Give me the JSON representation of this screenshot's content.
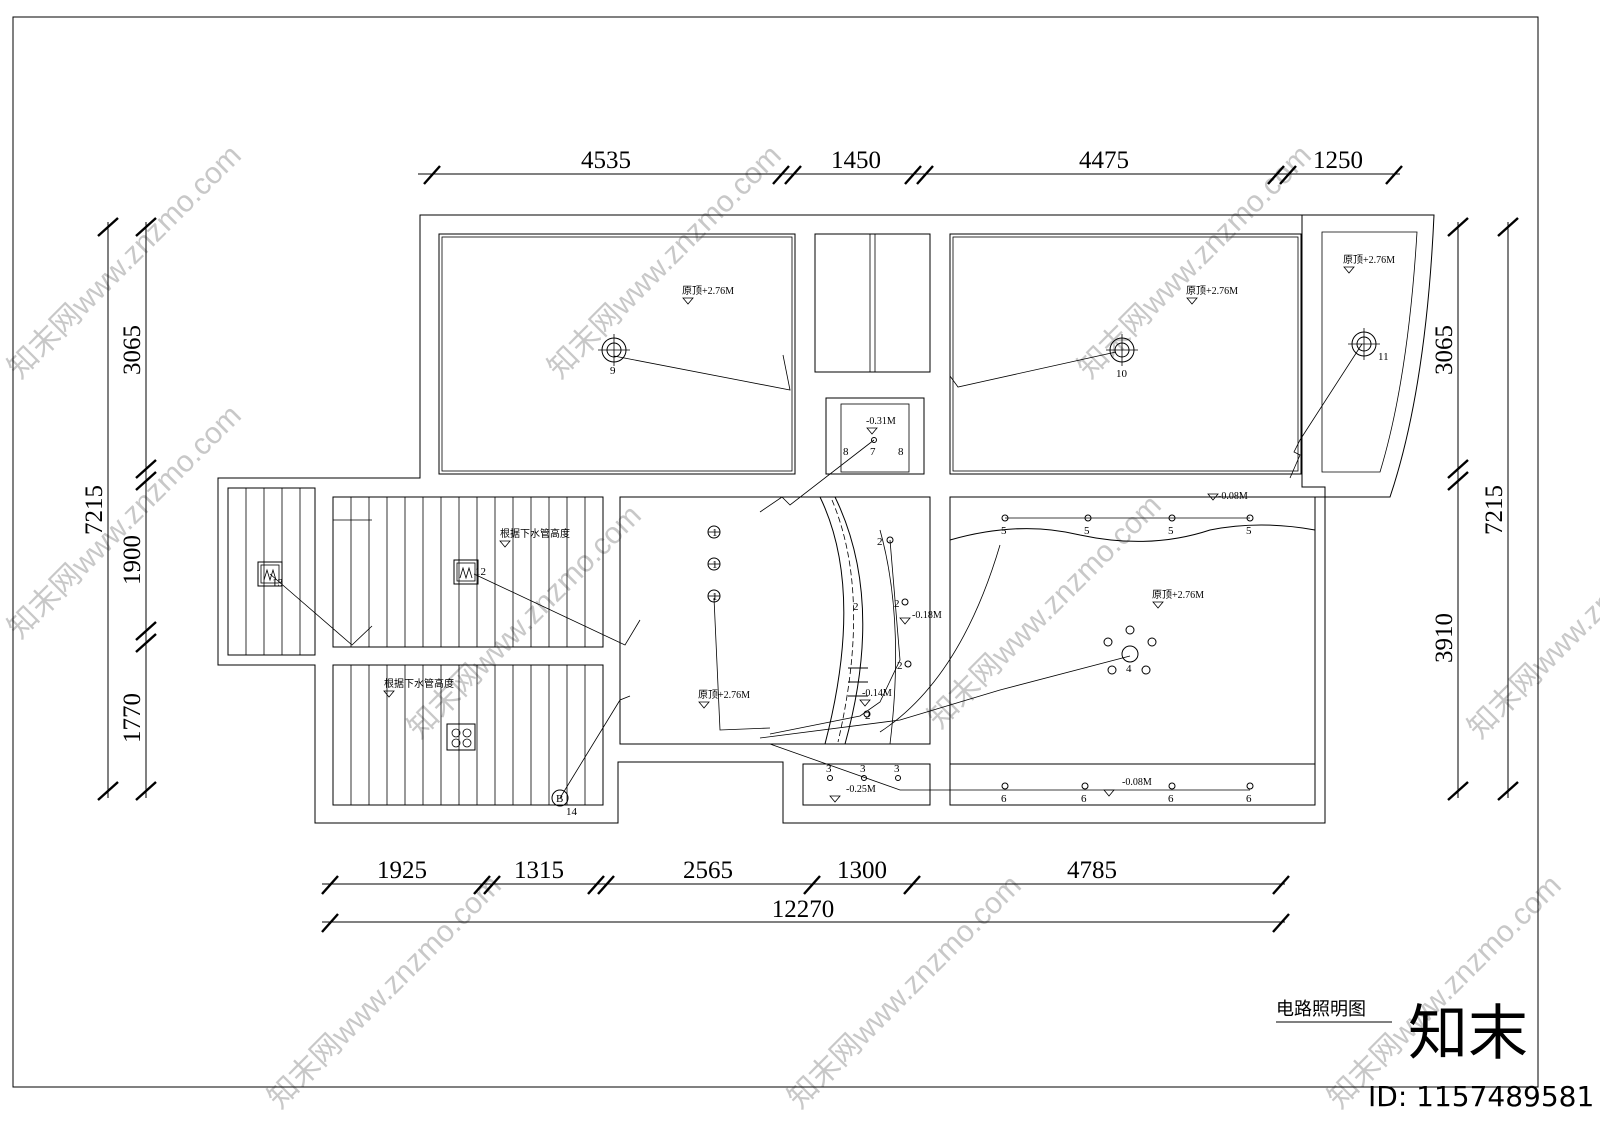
{
  "drawing": {
    "title": "电路照明图",
    "id_label": "ID: 1157489581",
    "logo_text": "知末",
    "watermark_text": "知末网www.znzmo.com"
  },
  "dimensions": {
    "top": [
      "4535",
      "1450",
      "4475",
      "1250"
    ],
    "bottom": [
      "1925",
      "1315",
      "2565",
      "1300",
      "4785"
    ],
    "bottom_total": "12270",
    "left": [
      "3065",
      "1900",
      "1770"
    ],
    "left_total": "7215",
    "right": [
      "3065",
      "3910"
    ],
    "right_total": "7215"
  },
  "labels": {
    "ceiling": "原顶+2.76M",
    "drain_note": "根据下水管高度",
    "level_031": "-0.31M",
    "level_008": "-0.08M",
    "level_018": "-0.18M",
    "level_014": "-0.14M",
    "level_025": "-0.25M"
  },
  "fixtures": {
    "n1": "1",
    "n2": "2",
    "n3": "3",
    "n4": "4",
    "n5": "5",
    "n6": "6",
    "n7": "7",
    "n8": "8",
    "n9": "9",
    "n10": "10",
    "n11": "11",
    "n12": "12",
    "n13": "13",
    "n14": "14",
    "b": "B"
  }
}
